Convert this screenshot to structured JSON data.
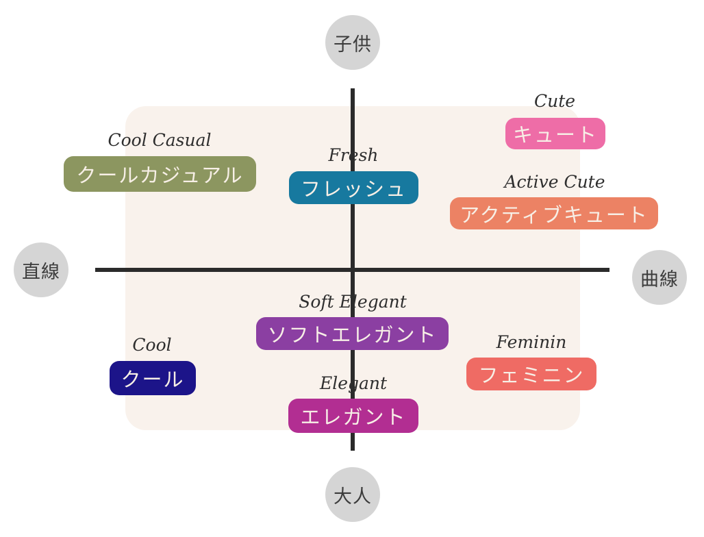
{
  "title": "style-type-quadrant-map",
  "colors": {
    "panel": "#f9f2ec",
    "axis_line": "#2b2b2b",
    "pole_circle": "#d5d5d5",
    "badge_text": "#f7efe6",
    "script_text": "#2e2e2e"
  },
  "axes": {
    "top": {
      "label": "子供"
    },
    "bottom": {
      "label": "大人"
    },
    "left": {
      "label": "直線"
    },
    "right": {
      "label": "曲線"
    }
  },
  "styles": [
    {
      "id": "cool-casual",
      "en": "Cool Casual",
      "ja": "クールカジュアル",
      "color": "#8c9660"
    },
    {
      "id": "fresh",
      "en": "Fresh",
      "ja": "フレッシュ",
      "color": "#17799f"
    },
    {
      "id": "cute",
      "en": "Cute",
      "ja": "キュート",
      "color": "#ee6da7"
    },
    {
      "id": "active-cute",
      "en": "Active Cute",
      "ja": "アクティブキュート",
      "color": "#ec8264"
    },
    {
      "id": "soft-elegant",
      "en": "Soft Elegant",
      "ja": "ソフトエレガント",
      "color": "#8b3fa2"
    },
    {
      "id": "cool",
      "en": "Cool",
      "ja": "クール",
      "color": "#1c1489"
    },
    {
      "id": "feminin",
      "en": "Feminin",
      "ja": "フェミニン",
      "color": "#ef6b64"
    },
    {
      "id": "elegant",
      "en": "Elegant",
      "ja": "エレガント",
      "color": "#b22e92"
    }
  ]
}
